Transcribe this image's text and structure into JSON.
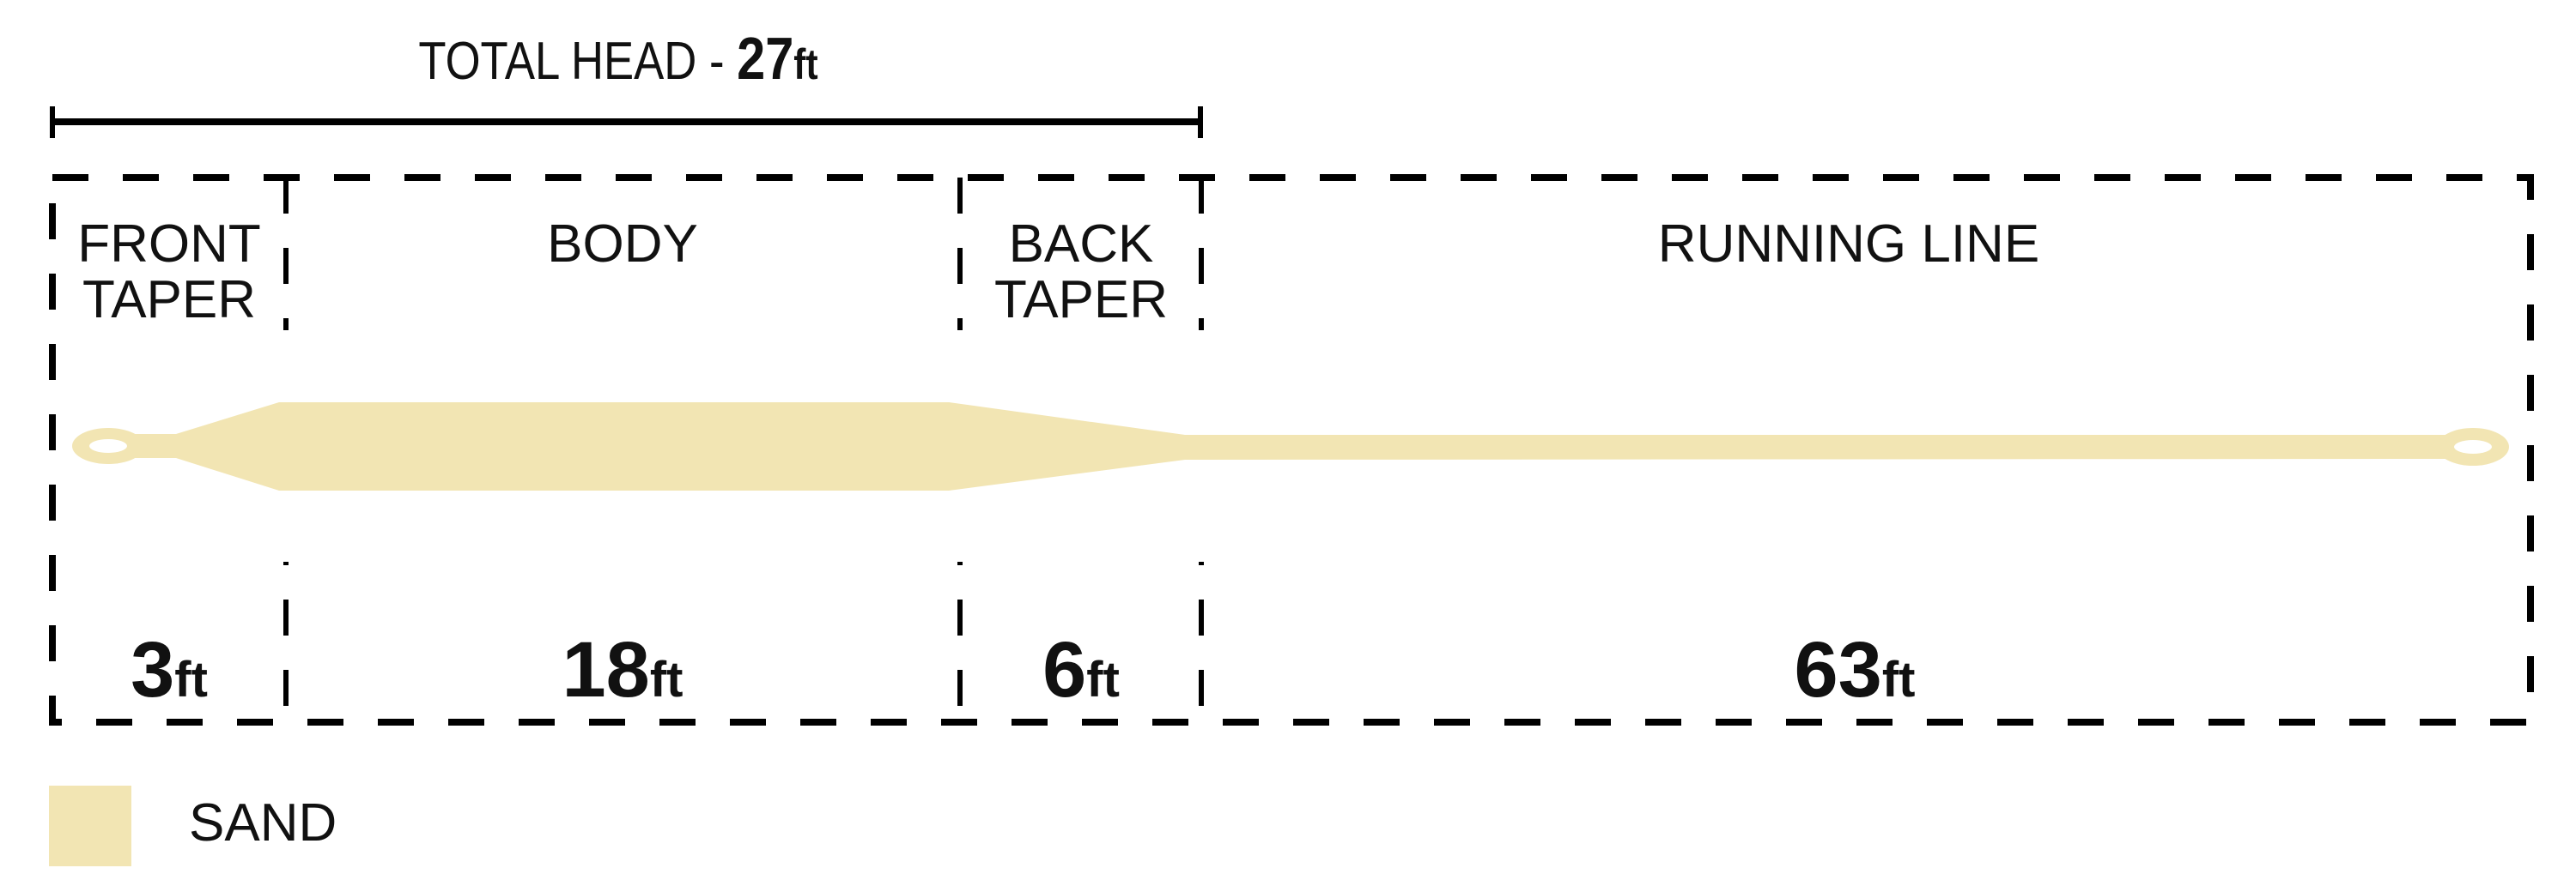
{
  "header": {
    "prefix": "TOTAL HEAD - ",
    "value": "27",
    "unit": "ft"
  },
  "sections": [
    {
      "line1": "FRONT",
      "line2": "TAPER",
      "value": "3",
      "unit": "ft"
    },
    {
      "line1": "BODY",
      "line2": "",
      "value": "18",
      "unit": "ft"
    },
    {
      "line1": "BACK",
      "line2": "TAPER",
      "value": "6",
      "unit": "ft"
    },
    {
      "line1": "RUNNING LINE",
      "line2": "",
      "value": "63",
      "unit": "ft"
    }
  ],
  "legend": {
    "label": "SAND",
    "color": "#F2E5B3"
  }
}
